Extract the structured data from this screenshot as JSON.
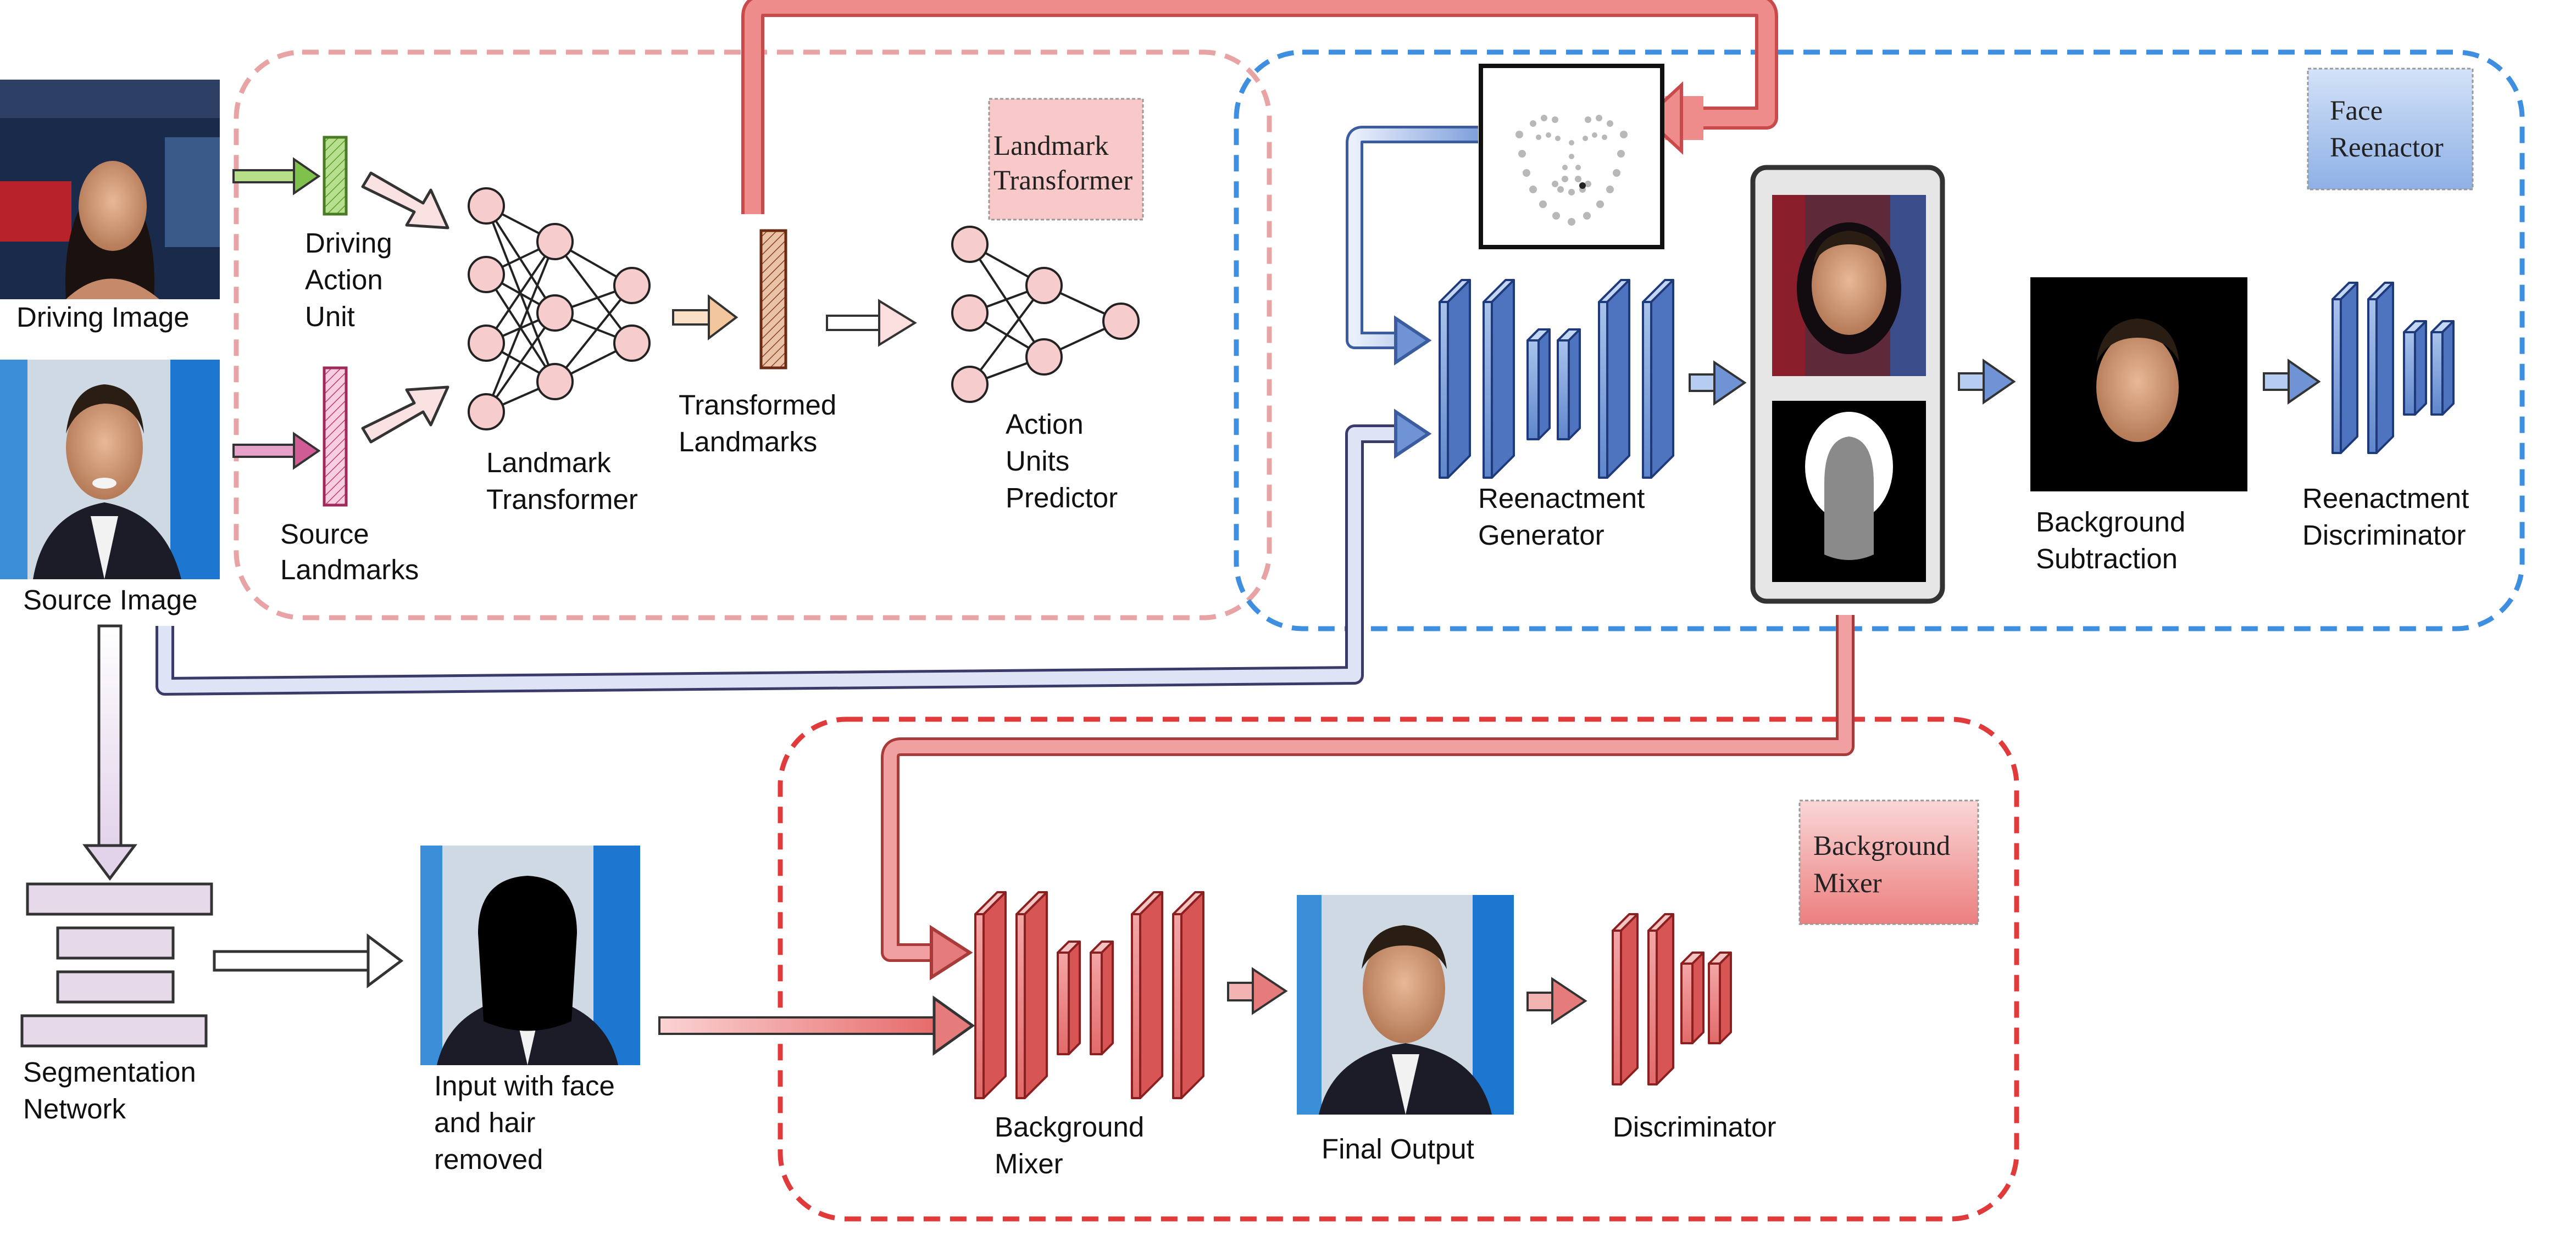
{
  "colors": {
    "blue": "#6f93d4",
    "red": "#e67b7b",
    "pink_dash": "#e8a4a4",
    "blue_dash": "#3f8fe0",
    "red_dash": "#e03a3a"
  },
  "images": {
    "driving": {
      "label": "Driving Image"
    },
    "source": {
      "label": "Source Image"
    }
  },
  "landmark_module": {
    "tag": [
      "Landmark",
      "Transformer"
    ],
    "driving_au": [
      "Driving",
      "Action",
      "Unit"
    ],
    "source_landmarks": [
      "Source",
      "Landmarks"
    ],
    "transformer": [
      "Landmark",
      "Transformer"
    ],
    "transformed": [
      "Transformed",
      "Landmarks"
    ],
    "predictor": [
      "Action",
      "Units",
      "Predictor"
    ]
  },
  "reactor_module": {
    "tag": [
      "Face",
      "Reenactor"
    ],
    "generator": [
      "Reenactment",
      "Generator"
    ],
    "subtraction": [
      "Background",
      "Subtraction"
    ],
    "discriminator": [
      "Reenactment",
      "Discriminator"
    ]
  },
  "segmentation": {
    "label": [
      "Segmentation",
      "Network"
    ],
    "removed": [
      "Input with face",
      "and hair",
      "removed"
    ]
  },
  "mixer_module": {
    "tag": [
      "Background",
      "Mixer"
    ],
    "mixer": [
      "Background",
      "Mixer"
    ],
    "final_output": "Final Output",
    "discriminator": "Discriminator"
  }
}
